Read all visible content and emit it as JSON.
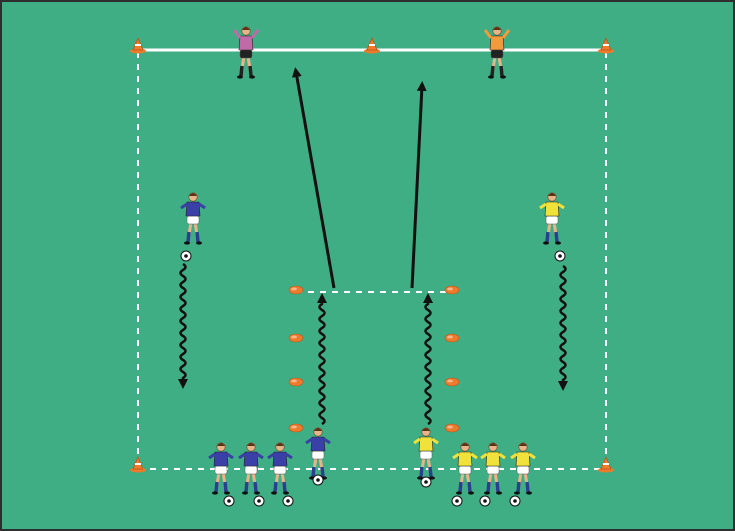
{
  "diagram": {
    "kind": "soccer-drill-diagram",
    "colors": {
      "pitch": "#3fae84",
      "frame": "#2e2e2e",
      "line": "#ffffff",
      "cone": "#ee7a2c",
      "arrow": "#111111",
      "team_blue": "#3b3fa8",
      "team_yellow": "#f0e23a",
      "keeper_left": "#c06aa8",
      "keeper_right": "#f29a3e",
      "shorts": "#ffffff",
      "socks_blue": "#2b3f8f",
      "socks_yellow": "#2b3f8f"
    },
    "elements": {
      "cones": [
        "corner-cone",
        "goal-center-cone",
        "dribble-lane-cone"
      ],
      "players": [
        "goalkeeper",
        "attacker",
        "defender",
        "waiting-player"
      ],
      "icons": [
        "soccer-ball-icon",
        "arrow-icon"
      ]
    }
  }
}
